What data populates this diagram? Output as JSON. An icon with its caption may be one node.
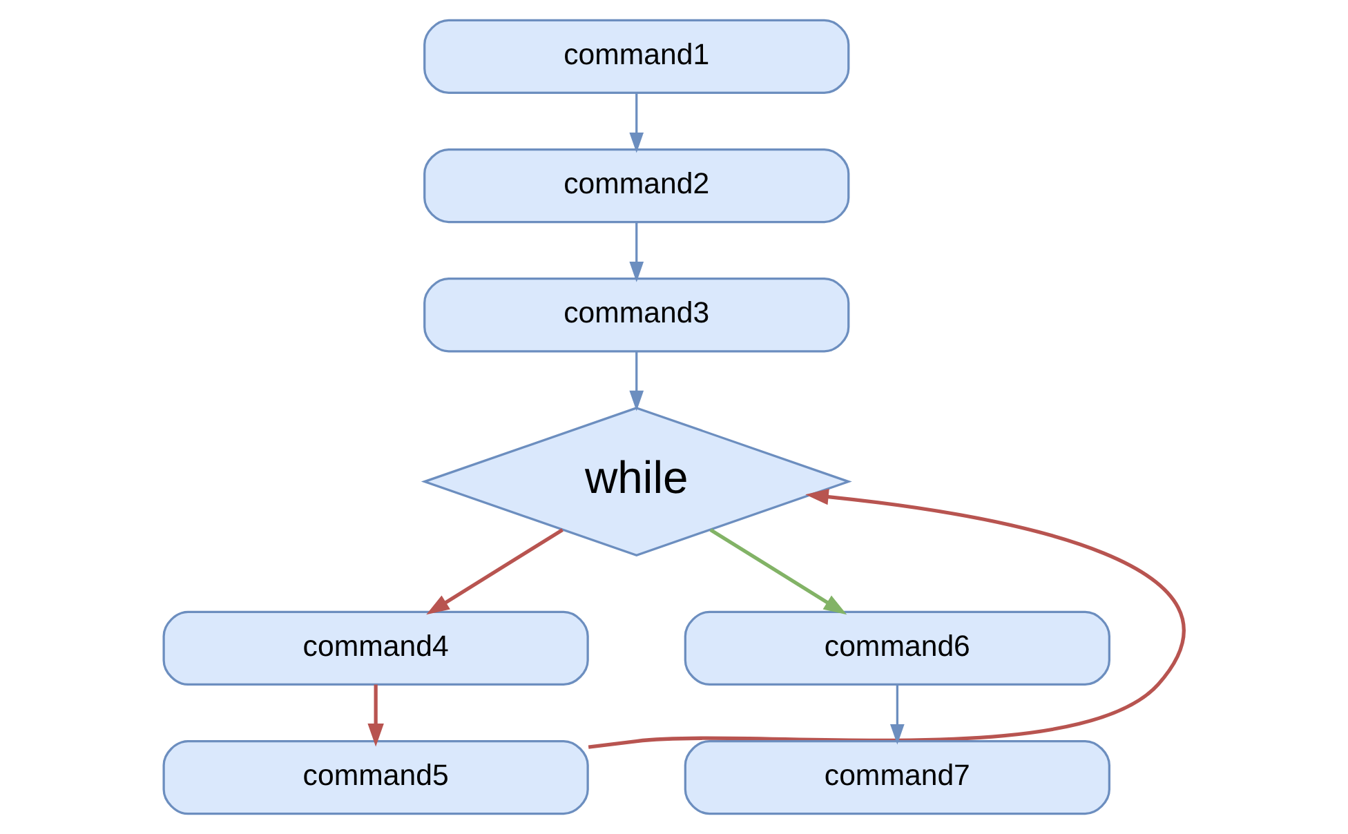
{
  "diagram": {
    "nodes": [
      {
        "text": [
          "command1"
        ]
      },
      {
        "text": [
          "command2"
        ]
      },
      {
        "text": [
          "command3"
        ]
      },
      {
        "text": [
          "while"
        ]
      },
      {
        "text": [
          "command4"
        ]
      },
      {
        "text": [
          "command5"
        ]
      },
      {
        "text": [
          "command6"
        ]
      },
      {
        "text": [
          "command7"
        ]
      }
    ],
    "edges": [
      {
        "from": 0,
        "to": 1,
        "arrow": "to"
      },
      {
        "from": 1,
        "to": 2,
        "arrow": "to"
      },
      {
        "from": 2,
        "to": 3,
        "arrow": "to"
      },
      {
        "from": 3,
        "to": 4,
        "arrow": "to",
        "color": "#b85450"
      },
      {
        "from": 4,
        "to": 5,
        "arrow": "to",
        "color": "#b85450"
      },
      {
        "from": 5,
        "to": 3,
        "arrow": "to",
        "color": "#b85450"
      },
      {
        "from": 3,
        "to": 6,
        "arrow": "to",
        "color": "#82b366"
      },
      {
        "from": 6,
        "to": 7,
        "arrow": "to"
      }
    ]
  }
}
